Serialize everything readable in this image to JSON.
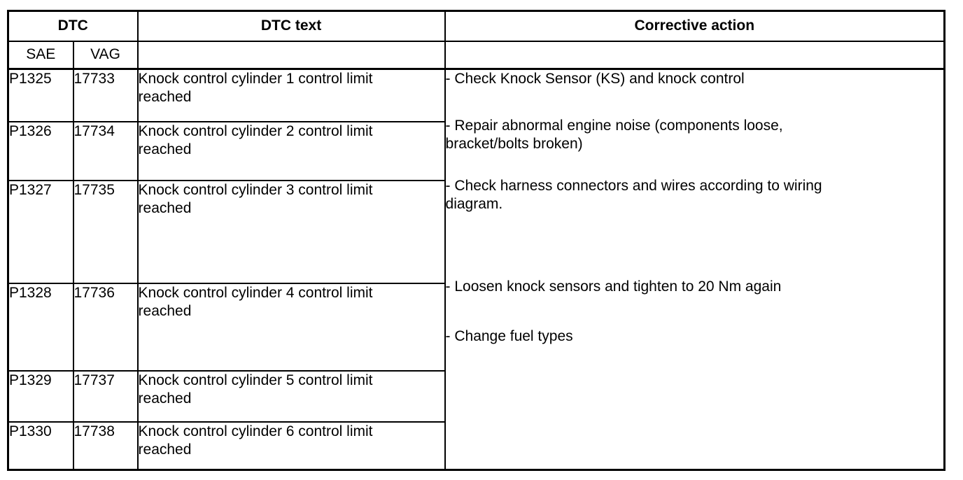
{
  "table": {
    "headers": {
      "dtc": "DTC",
      "dtc_text": "DTC text",
      "corrective_action": "Corrective action",
      "sae": "SAE",
      "vag": "VAG"
    },
    "rows": [
      {
        "sae": "P1325",
        "vag": "17733",
        "text": "Knock control cylinder 1 control limit\nreached"
      },
      {
        "sae": "P1326",
        "vag": "17734",
        "text": "Knock control cylinder 2 control limit\nreached"
      },
      {
        "sae": "P1327",
        "vag": "17735",
        "text": "Knock control cylinder 3 control limit\nreached"
      },
      {
        "sae": "P1328",
        "vag": "17736",
        "text": "Knock control cylinder 4 control limit\nreached"
      },
      {
        "sae": "P1329",
        "vag": "17737",
        "text": "Knock control cylinder 5 control limit\nreached"
      },
      {
        "sae": "P1330",
        "vag": "17738",
        "text": "Knock control cylinder 6 control limit\nreached"
      }
    ],
    "corrective_actions": [
      "- Check Knock Sensor (KS) and knock control",
      "- Repair abnormal engine noise (components loose,\nbracket/bolts broken)",
      "- Check harness connectors and wires according to wiring\ndiagram.",
      "- Loosen knock sensors and tighten to 20 Nm again",
      "- Change fuel types"
    ]
  },
  "colors": {
    "border": "#000000",
    "text": "#000000",
    "background": "#ffffff"
  }
}
